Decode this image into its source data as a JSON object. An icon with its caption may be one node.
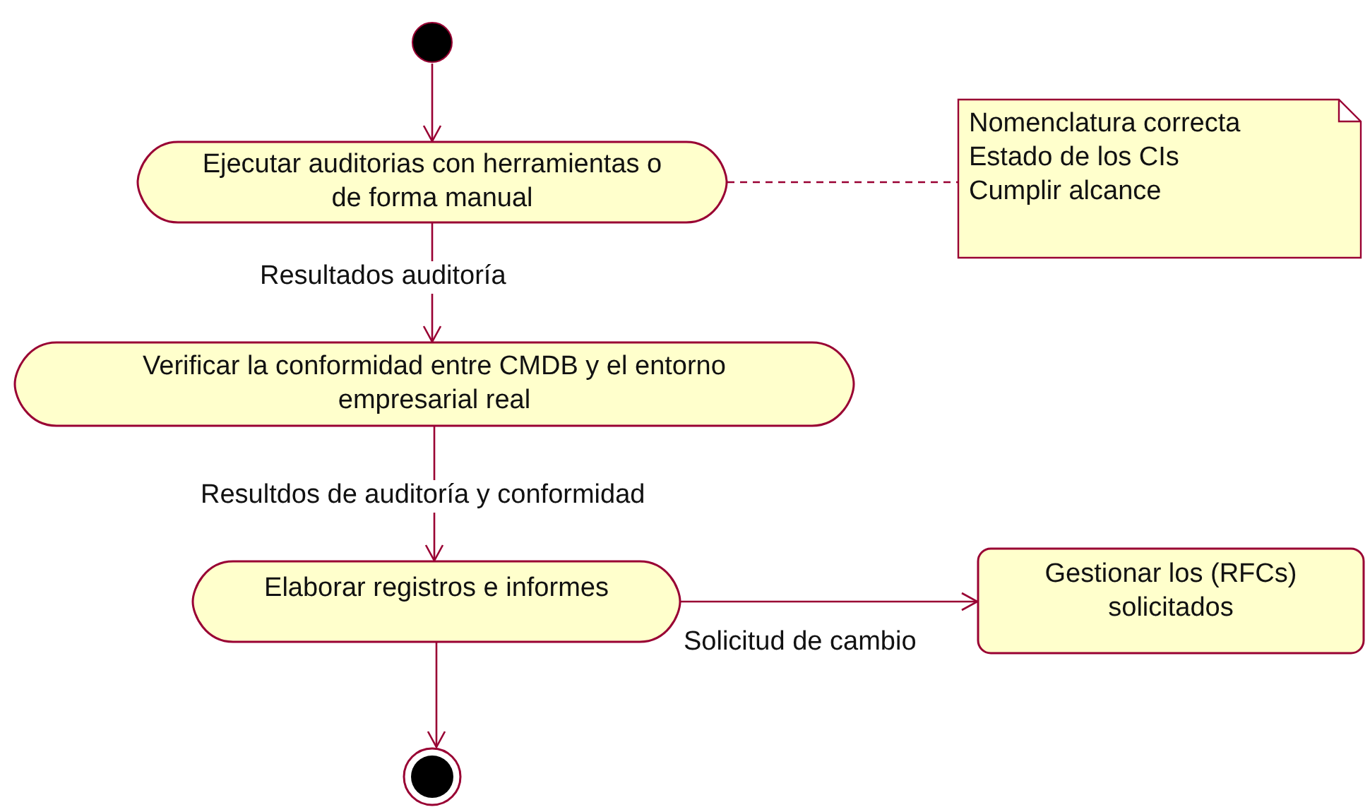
{
  "diagram": {
    "nodes": [
      {
        "text": [],
        "shape": "circle"
      },
      {
        "text": [
          "Ejecutar auditorias con herramientas o de forma manual"
        ]
      },
      {
        "text": [
          "Nomenclatura correcta",
          "Estado de los CIs",
          "Cumplir alcance"
        ]
      },
      {
        "text": [
          "Verificar la conformidad entre CMDB y el entorno empresarial real"
        ]
      },
      {
        "text": [
          "Elaborar registros e informes"
        ]
      },
      {
        "text": [
          "Gestionar los (RFCs) solicitados"
        ]
      },
      {
        "text": [],
        "shape": "circle"
      }
    ],
    "edges": [
      {
        "from": 0,
        "to": 1,
        "arrow": "to"
      },
      {
        "from": 1,
        "to": 2,
        "arrow": "none",
        "style": "dashed"
      },
      {
        "from": 1,
        "to": 3,
        "arrow": "to",
        "label": "Resultados auditoría"
      },
      {
        "from": 3,
        "to": 4,
        "arrow": "to",
        "label": "Resultdos de auditoría y conformidad"
      },
      {
        "from": 4,
        "to": 5,
        "arrow": "to",
        "label": "Solicitud de cambio"
      },
      {
        "from": 4,
        "to": 6,
        "arrow": "to"
      }
    ]
  }
}
